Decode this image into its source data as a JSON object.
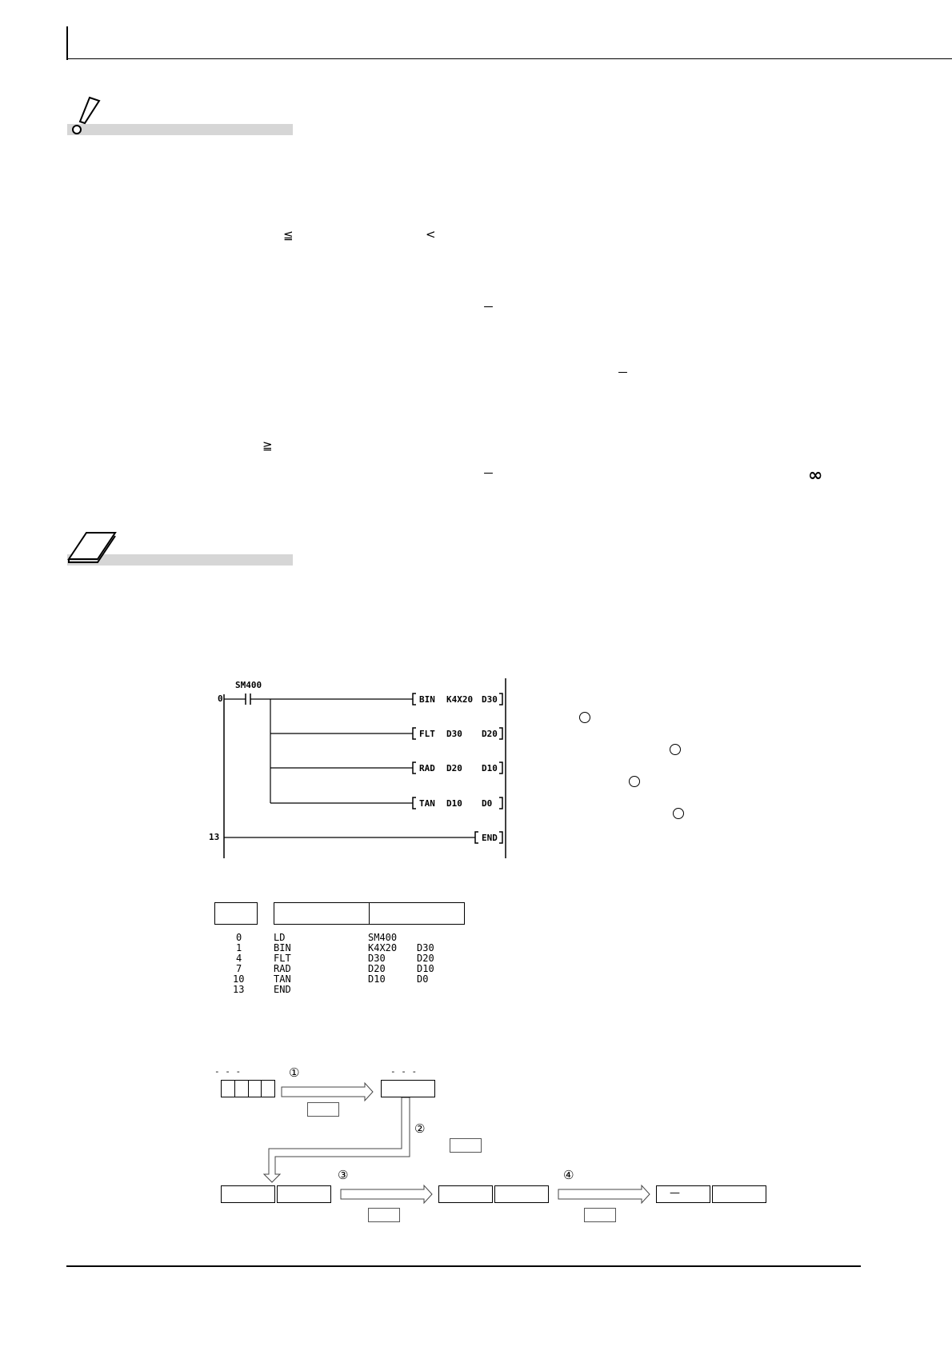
{
  "symbols": {
    "le": "≦",
    "lt": "<",
    "ge": "≧",
    "minus": "－",
    "infinity": "∞"
  },
  "ladder": {
    "step_0": "0",
    "step_13": "13",
    "contact": "SM400",
    "instructions": [
      {
        "op": "BIN",
        "s": "K4X20",
        "d": "D30"
      },
      {
        "op": "FLT",
        "s": "D30",
        "d": "D20"
      },
      {
        "op": "RAD",
        "s": "D20",
        "d": "D10"
      },
      {
        "op": "TAN",
        "s": "D10",
        "d": "D0"
      }
    ],
    "end": "END"
  },
  "listing": {
    "steps": [
      "0",
      "1",
      "4",
      "7",
      "10",
      "13"
    ],
    "instructions": [
      "LD",
      "BIN",
      "FLT",
      "RAD",
      "TAN",
      "END"
    ],
    "operand1": [
      "SM400",
      "K4X20",
      "D30",
      "D20",
      "D10",
      ""
    ],
    "operand2": [
      "",
      "D30",
      "D20",
      "D10",
      "D0",
      ""
    ]
  },
  "flow": {
    "step1": "①",
    "step2": "②",
    "step3": "③",
    "step4": "④",
    "dashes": "- - -",
    "minus": "—"
  }
}
